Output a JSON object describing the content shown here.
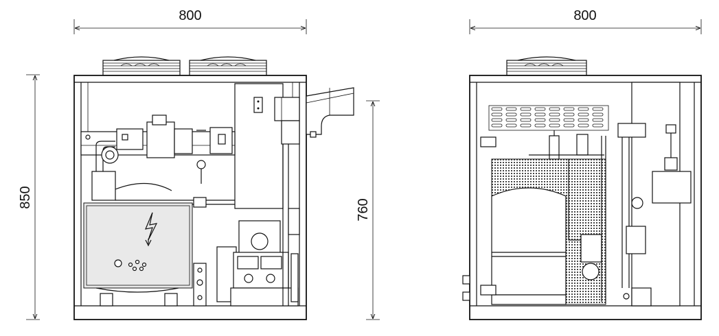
{
  "front_view": {
    "width_label": "800",
    "height_label": "850",
    "warning_icon": "lightning-bolt-icon"
  },
  "side_view": {
    "width_label": "800",
    "height_label": "760",
    "fan_icon": "fan-grille-icon"
  },
  "colors": {
    "line": "#111111",
    "background": "#ffffff",
    "panel_fill": "#e9e9e9"
  }
}
